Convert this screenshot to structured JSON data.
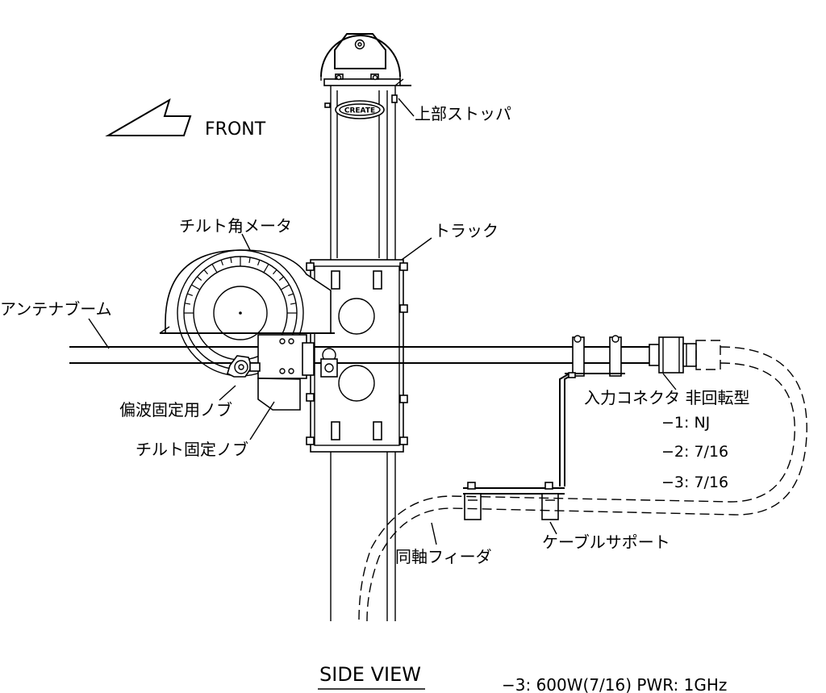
{
  "labels": {
    "front": "FRONT",
    "top_stopper": "上部ストッパ",
    "logo": "CREATE",
    "tilt_meter": "チルト角メータ",
    "track": "トラック",
    "antenna_boom": "アンテナブーム",
    "polarization_knob": "偏波固定用ノブ",
    "tilt_knob": "チルト固定ノブ",
    "connector": "入力コネクタ 非回転型",
    "connector_opt1": "−1: NJ",
    "connector_opt2": "−2: 7/16",
    "connector_opt3": "−3: 7/16",
    "cable_support": "ケーブルサポート",
    "coax_feeder": "同軸フィーダ",
    "view_title": "SIDE VIEW",
    "spec_note": "−3: 600W(7/16)  PWR: 1GHz"
  },
  "colors": {
    "line": "#000000",
    "background": "#ffffff"
  }
}
